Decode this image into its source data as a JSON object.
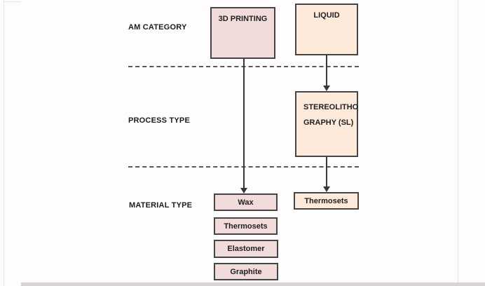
{
  "diagram": {
    "title_implicit": "AM classification flowchart",
    "row_labels": [
      {
        "id": "am-category",
        "text": "AM CATEGORY"
      },
      {
        "id": "process-type",
        "text": "PROCESS TYPE"
      },
      {
        "id": "material-type",
        "text": "MATERIAL TYPE"
      }
    ],
    "nodes": {
      "am_3d_printing": "3D PRINTING",
      "am_liquid": "LIQUID",
      "process_sl_line1": "STEREOLITHO",
      "process_sl_line2": "GRAPHY (SL)",
      "materials_3d_printing": [
        "Wax",
        "Thermosets",
        "Elastomer",
        "Graphite"
      ],
      "material_sl": "Thermosets"
    },
    "colors": {
      "pink_fill": "#f2dcdb",
      "peach_fill": "#fdeada",
      "box_border": "#454545",
      "dashed_line": "#595959",
      "arrow": "#383838",
      "text": "#1f1f1f"
    }
  }
}
